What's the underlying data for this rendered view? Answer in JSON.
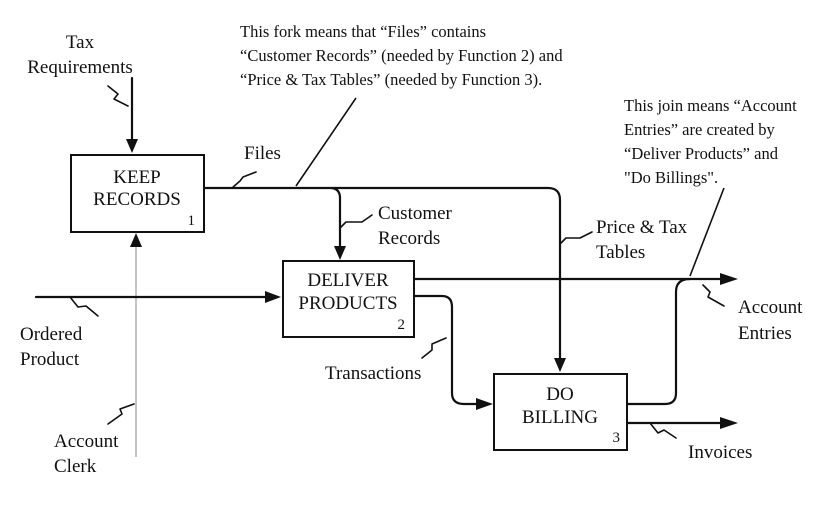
{
  "boxes": {
    "keep_records": {
      "line1": "KEEP",
      "line2": "RECORDS",
      "number": "1"
    },
    "deliver_products": {
      "line1": "DELIVER",
      "line2": "PRODUCTS",
      "number": "2"
    },
    "do_billing": {
      "line1": "DO",
      "line2": "BILLING",
      "number": "3"
    }
  },
  "arrow_labels": {
    "tax_requirements": {
      "line1": "Tax",
      "line2": "Requirements"
    },
    "files": "Files",
    "customer_records": {
      "line1": "Customer",
      "line2": "Records"
    },
    "price_tax_tables": {
      "line1": "Price & Tax",
      "line2": "Tables"
    },
    "ordered_product": {
      "line1": "Ordered",
      "line2": "Product"
    },
    "account_entries": {
      "line1": "Account",
      "line2": "Entries"
    },
    "transactions": "Transactions",
    "account_clerk": {
      "line1": "Account",
      "line2": "Clerk"
    },
    "invoices": "Invoices"
  },
  "annotations": {
    "fork_note": {
      "line1": "This fork means that “Files” contains",
      "line2": "“Customer Records” (needed by  Function 2) and",
      "line3": "“Price & Tax Tables” (needed by Function 3)."
    },
    "join_note": {
      "line1": "This join means “Account",
      "line2": "Entries” are created by",
      "line3": "“Deliver Products” and",
      "line4": "\"Do Billings\"."
    }
  },
  "colors": {
    "ink": "#111111",
    "mechanism_line": "#aaaaaa",
    "background": "#ffffff"
  }
}
